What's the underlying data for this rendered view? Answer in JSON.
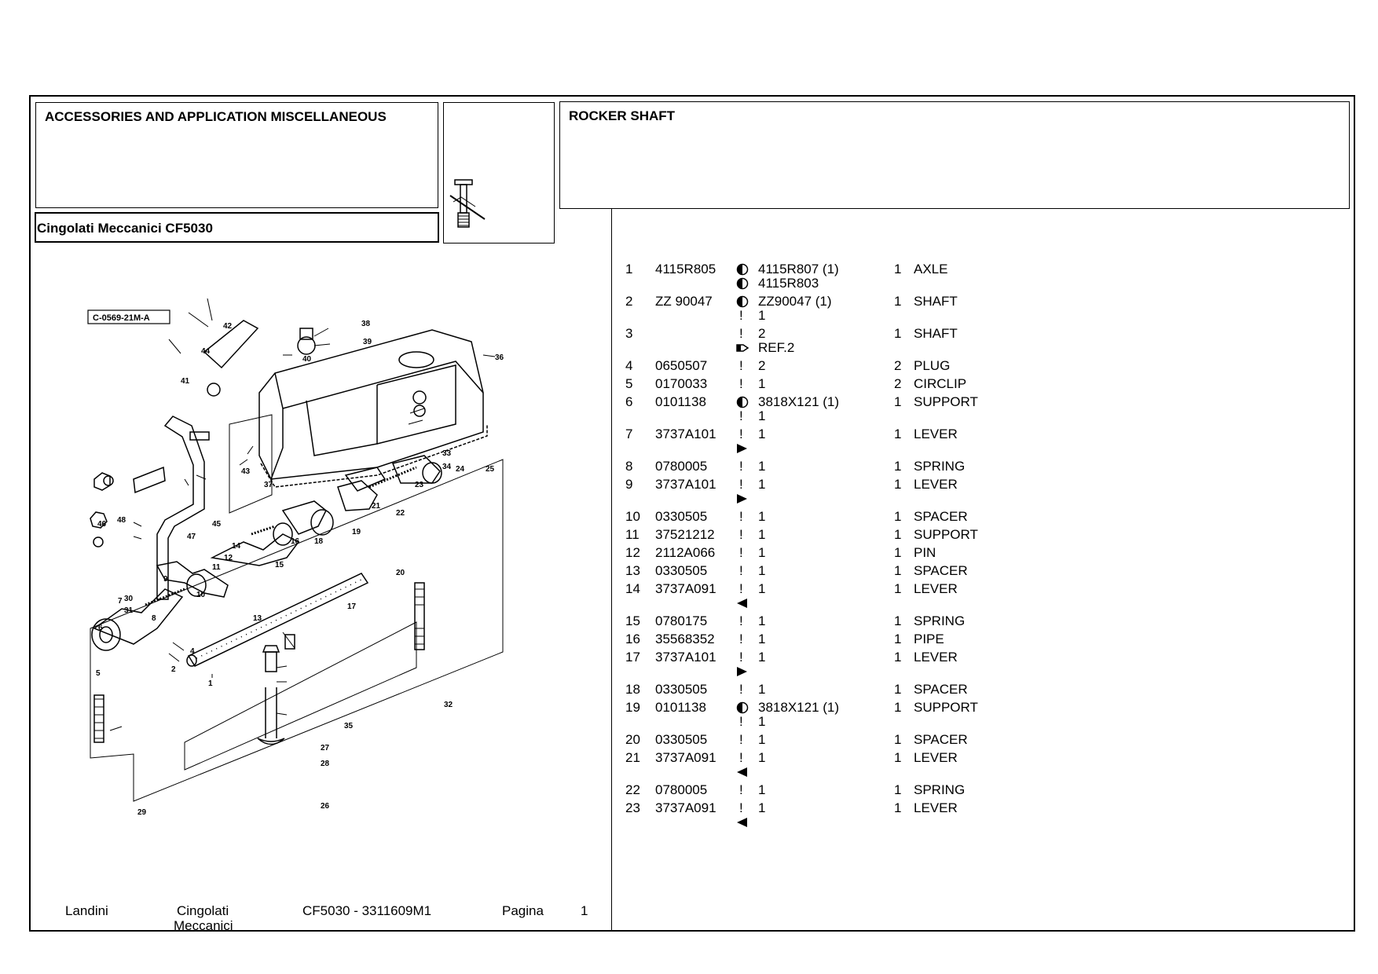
{
  "header": {
    "group_title": "ACCESSORIES AND APPLICATION MISCELLANEOUS",
    "model_title": "Cingolati Meccanici CF5030",
    "section_title": "ROCKER SHAFT"
  },
  "drawing": {
    "code_label": "C-0569-21M-A",
    "callouts": [
      "1",
      "2",
      "4",
      "5",
      "6",
      "7",
      "8",
      "9",
      "10",
      "11",
      "12",
      "13",
      "14",
      "15",
      "16",
      "17",
      "18",
      "19",
      "20",
      "21",
      "22",
      "23",
      "24",
      "25",
      "26",
      "27",
      "28",
      "29",
      "30",
      "31",
      "32",
      "33",
      "34",
      "35",
      "36",
      "37",
      "38",
      "39",
      "40",
      "41",
      "42",
      "43",
      "44",
      "45",
      "46",
      "47",
      "48"
    ]
  },
  "parts": [
    {
      "num": "1",
      "part": "4115R805",
      "sym": "half-circle",
      "ref": "4115R807  (1)",
      "qty": "1",
      "desc": "AXLE",
      "extra": [
        {
          "sym": "half-circle",
          "text": "4115R803"
        }
      ]
    },
    {
      "num": "2",
      "part": "ZZ 90047",
      "sym": "half-circle",
      "ref": "ZZ90047  (1)",
      "qty": "1",
      "desc": "SHAFT",
      "extra": [
        {
          "sym": "!",
          "text": "1"
        }
      ]
    },
    {
      "num": "3",
      "part": "",
      "sym": "!",
      "ref": "2",
      "qty": "1",
      "desc": "SHAFT",
      "extra": [
        {
          "sym": "pointer",
          "text": "REF.2"
        }
      ]
    },
    {
      "num": "4",
      "part": "0650507",
      "sym": "!",
      "ref": "2",
      "qty": "2",
      "desc": "PLUG",
      "extra": []
    },
    {
      "num": "5",
      "part": "0170033",
      "sym": "!",
      "ref": "1",
      "qty": "2",
      "desc": "CIRCLIP",
      "extra": []
    },
    {
      "num": "6",
      "part": "0101138",
      "sym": "half-circle",
      "ref": "3818X121  (1)",
      "qty": "1",
      "desc": "SUPPORT",
      "extra": [
        {
          "sym": "!",
          "text": "1"
        }
      ]
    },
    {
      "num": "7",
      "part": "3737A101",
      "sym": "!",
      "ref": "1",
      "qty": "1",
      "desc": "LEVER",
      "extra": [
        {
          "sym": "arrow-right",
          "text": ""
        }
      ]
    },
    {
      "num": "8",
      "part": "0780005",
      "sym": "!",
      "ref": "1",
      "qty": "1",
      "desc": "SPRING",
      "extra": []
    },
    {
      "num": "9",
      "part": "3737A101",
      "sym": "!",
      "ref": "1",
      "qty": "1",
      "desc": "LEVER",
      "extra": [
        {
          "sym": "arrow-right",
          "text": ""
        }
      ]
    },
    {
      "num": "10",
      "part": "0330505",
      "sym": "!",
      "ref": "1",
      "qty": "1",
      "desc": "SPACER",
      "extra": []
    },
    {
      "num": "11",
      "part": "37521212",
      "sym": "!",
      "ref": "1",
      "qty": "1",
      "desc": "SUPPORT",
      "extra": []
    },
    {
      "num": "12",
      "part": "2112A066",
      "sym": "!",
      "ref": "1",
      "qty": "1",
      "desc": "PIN",
      "extra": []
    },
    {
      "num": "13",
      "part": "0330505",
      "sym": "!",
      "ref": "1",
      "qty": "1",
      "desc": "SPACER",
      "extra": []
    },
    {
      "num": "14",
      "part": "3737A091",
      "sym": "!",
      "ref": "1",
      "qty": "1",
      "desc": "LEVER",
      "extra": [
        {
          "sym": "arrow-left",
          "text": ""
        }
      ]
    },
    {
      "num": "15",
      "part": "0780175",
      "sym": "!",
      "ref": "1",
      "qty": "1",
      "desc": "SPRING",
      "extra": []
    },
    {
      "num": "16",
      "part": "35568352",
      "sym": "!",
      "ref": "1",
      "qty": "1",
      "desc": "PIPE",
      "extra": []
    },
    {
      "num": "17",
      "part": "3737A101",
      "sym": "!",
      "ref": "1",
      "qty": "1",
      "desc": "LEVER",
      "extra": [
        {
          "sym": "arrow-right",
          "text": ""
        }
      ]
    },
    {
      "num": "18",
      "part": "0330505",
      "sym": "!",
      "ref": "1",
      "qty": "1",
      "desc": "SPACER",
      "extra": []
    },
    {
      "num": "19",
      "part": "0101138",
      "sym": "half-circle",
      "ref": "3818X121  (1)",
      "qty": "1",
      "desc": "SUPPORT",
      "extra": [
        {
          "sym": "!",
          "text": "1"
        }
      ]
    },
    {
      "num": "20",
      "part": "0330505",
      "sym": "!",
      "ref": "1",
      "qty": "1",
      "desc": "SPACER",
      "extra": []
    },
    {
      "num": "21",
      "part": "3737A091",
      "sym": "!",
      "ref": "1",
      "qty": "1",
      "desc": "LEVER",
      "extra": [
        {
          "sym": "arrow-left",
          "text": ""
        }
      ]
    },
    {
      "num": "22",
      "part": "0780005",
      "sym": "!",
      "ref": "1",
      "qty": "1",
      "desc": "SPRING",
      "extra": []
    },
    {
      "num": "23",
      "part": "3737A091",
      "sym": "!",
      "ref": "1",
      "qty": "1",
      "desc": "LEVER",
      "extra": [
        {
          "sym": "arrow-left",
          "text": ""
        }
      ]
    }
  ],
  "footer": {
    "brand": "Landini",
    "model_line1": "Cingolati",
    "model_line2": "Meccanici",
    "catalog": "CF5030 - 3311609M1",
    "page_label": "Pagina",
    "page_number": "1"
  }
}
